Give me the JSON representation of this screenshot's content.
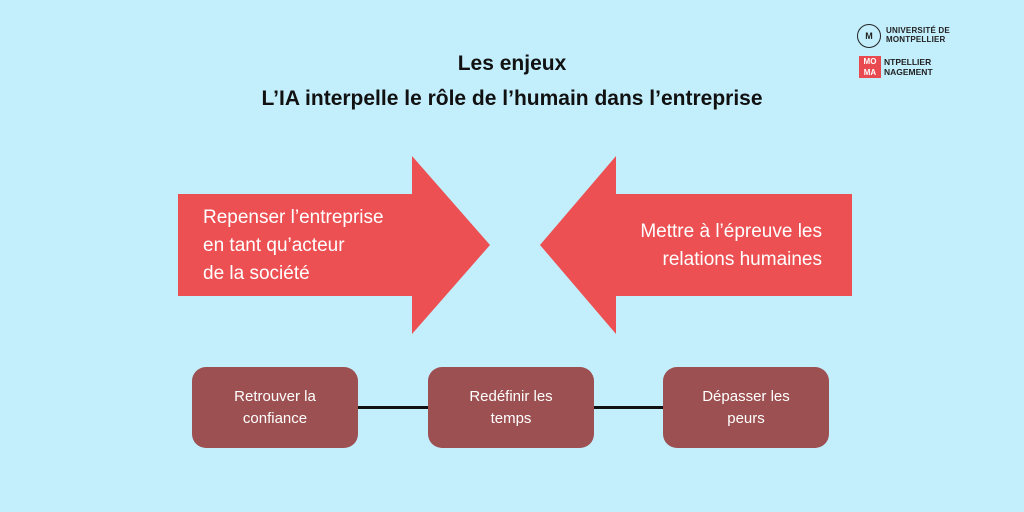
{
  "title": {
    "line1": "Les enjeux",
    "line2": "L’IA interpelle le rôle de l’humain dans l’entreprise"
  },
  "logos": {
    "universite_line1": "UNIVERSITÉ DE",
    "universite_line2": "MONTPELLIER",
    "mm_mark_line1": "MO",
    "mm_mark_line2": "MA",
    "mm_line1": "NTPELLIER",
    "mm_line2": "NAGEMENT"
  },
  "colors": {
    "background": "#c3eefc",
    "arrow": "#ec5053",
    "box": "#9d5051",
    "connector": "#111111"
  },
  "arrows": {
    "left": {
      "direction": "right",
      "lines": [
        "Repenser l’entreprise",
        "en tant qu’acteur",
        "de la société"
      ]
    },
    "right": {
      "direction": "left",
      "lines": [
        "Mettre à l’épreuve les",
        "relations humaines"
      ]
    }
  },
  "boxes": [
    {
      "lines": [
        "Retrouver la",
        "confiance"
      ]
    },
    {
      "lines": [
        "Redéfinir les",
        "temps"
      ]
    },
    {
      "lines": [
        "Dépasser les",
        "peurs"
      ]
    }
  ]
}
